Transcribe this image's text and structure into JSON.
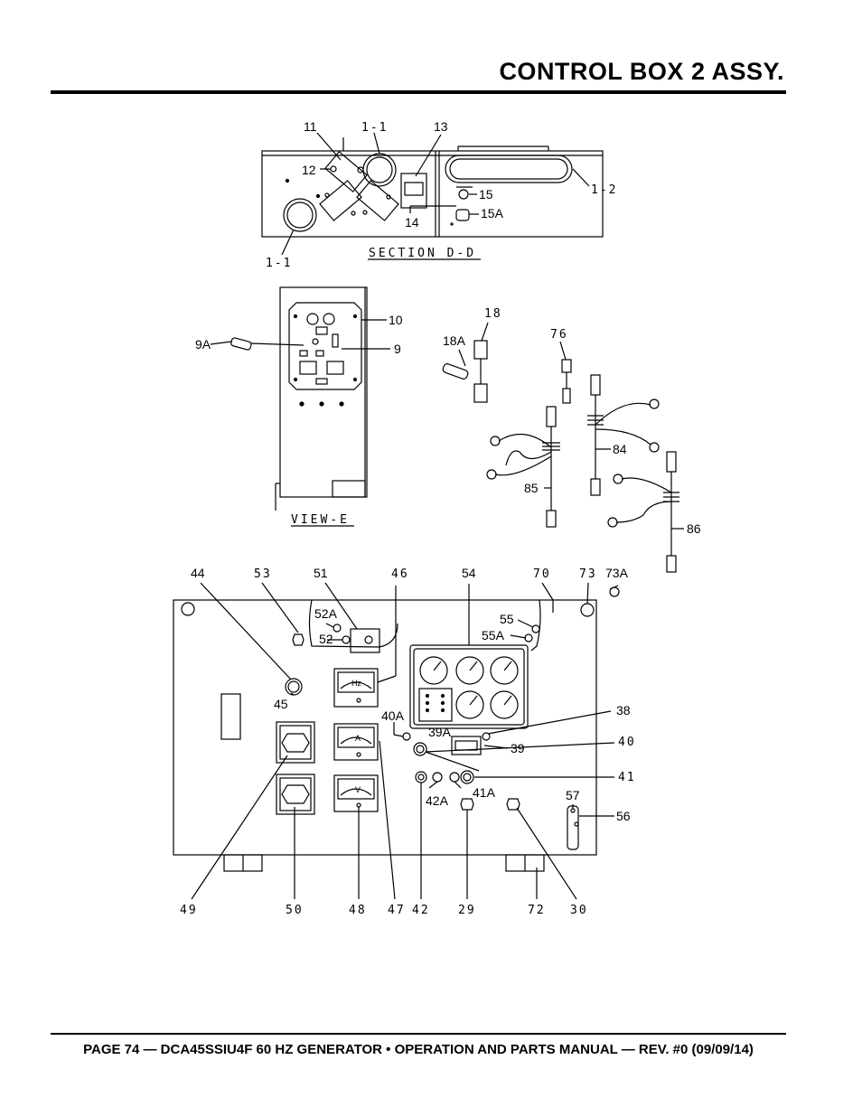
{
  "header": {
    "title": "CONTROL BOX 2 ASSY."
  },
  "footer": {
    "text": "PAGE 74 — DCA45SSIU4F 60 HZ GENERATOR • OPERATION AND PARTS MANUAL — REV. #0 (09/09/14)"
  },
  "section_dd": {
    "caption": "SECTION D-D",
    "callouts": {
      "c11": "11",
      "c1_1_top": "1-1",
      "c13": "13",
      "c12": "12",
      "c1_2": "1-2",
      "c15": "15",
      "c15a": "15A",
      "c14": "14",
      "c1_1_bot": "1-1"
    }
  },
  "view_e": {
    "caption": "VIEW-E",
    "callouts": {
      "c10": "10",
      "c9a": "9A",
      "c9": "9"
    }
  },
  "harness": {
    "callouts": {
      "c18": "18",
      "c18a": "18A",
      "c76": "76",
      "c84": "84",
      "c85": "85",
      "c86": "86"
    }
  },
  "panel": {
    "meter_hz": "Hz",
    "meter_a": "A",
    "meter_v": "V",
    "callouts": {
      "c44": "44",
      "c53": "53",
      "c51": "51",
      "c46": "46",
      "c54": "54",
      "c70": "70",
      "c73": "73",
      "c73a": "73A",
      "c52a": "52A",
      "c52": "52",
      "c55": "55",
      "c55a": "55A",
      "c45": "45",
      "c38": "38",
      "c40a": "40A",
      "c39a": "39A",
      "c39": "39",
      "c40": "40",
      "c41": "41",
      "c42a": "42A",
      "c41a": "41A",
      "c57": "57",
      "c56": "56",
      "c49": "49",
      "c50": "50",
      "c48": "48",
      "c47": "47",
      "c42": "42",
      "c29": "29",
      "c72": "72",
      "c30": "30"
    }
  }
}
